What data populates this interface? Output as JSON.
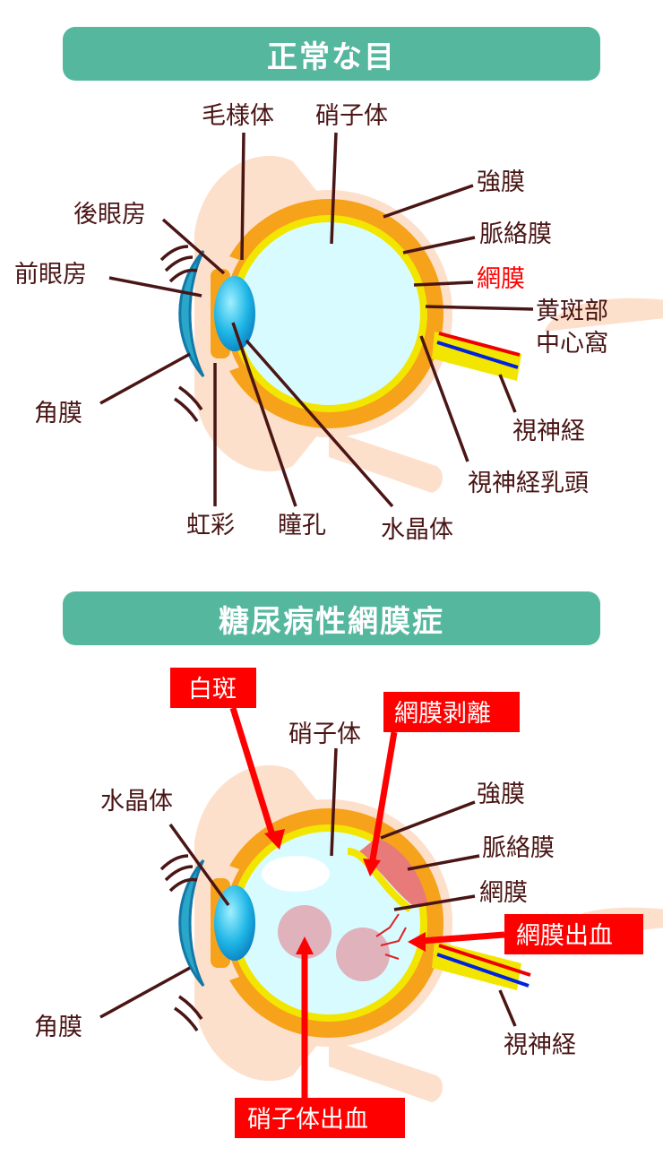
{
  "normal_eye": {
    "title": "正常な目",
    "labels": {
      "ciliary_body": "毛様体",
      "vitreous": "硝子体",
      "sclera": "強膜",
      "choroid": "脈絡膜",
      "retina": "網膜",
      "macula_line1": "黄斑部",
      "macula_line2": "中心窩",
      "optic_nerve": "視神経",
      "optic_disc": "視神経乳頭",
      "posterior_chamber": "後眼房",
      "anterior_chamber": "前眼房",
      "cornea": "角膜",
      "iris": "虹彩",
      "pupil": "瞳孔",
      "lens": "水晶体"
    }
  },
  "diabetic_eye": {
    "title": "糖尿病性網膜症",
    "labels": {
      "vitreous": "硝子体",
      "lens": "水晶体",
      "sclera": "強膜",
      "choroid": "脈絡膜",
      "retina": "網膜",
      "cornea": "角膜",
      "optic_nerve": "視神経"
    },
    "callouts": {
      "exudate": "白斑",
      "retinal_detachment": "網膜剥離",
      "retinal_hemorrhage": "網膜出血",
      "vitreous_hemorrhage": "硝子体出血"
    }
  },
  "colors": {
    "header": "#55b79e",
    "label": "#4a1515",
    "callout": "#ff0000",
    "sclera": "#f7a21b",
    "retina": "#f2e600",
    "vitreous": "#d8fbff"
  }
}
